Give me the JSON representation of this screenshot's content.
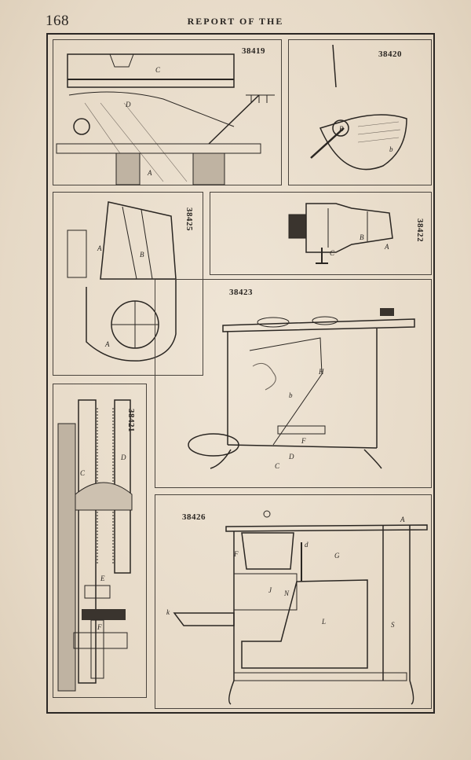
{
  "header": {
    "page_number": "168",
    "running_head": "REPORT OF THE"
  },
  "figures": [
    {
      "patent": "38419",
      "labels": [
        "C",
        "D",
        "A"
      ]
    },
    {
      "patent": "38420",
      "labels": [
        "B",
        "b"
      ]
    },
    {
      "patent": "38425",
      "labels": [
        "A",
        "B",
        "A"
      ]
    },
    {
      "patent": "38422",
      "labels": [
        "B",
        "A",
        "C"
      ]
    },
    {
      "patent": "38423",
      "labels": [
        "H",
        "b",
        "F",
        "D",
        "C"
      ]
    },
    {
      "patent": "38421",
      "labels": [
        "D",
        "C",
        "E",
        "F"
      ]
    },
    {
      "patent": "38426",
      "labels": [
        "A",
        "F",
        "d",
        "G",
        "J",
        "N",
        "k",
        "L",
        "S"
      ]
    }
  ]
}
